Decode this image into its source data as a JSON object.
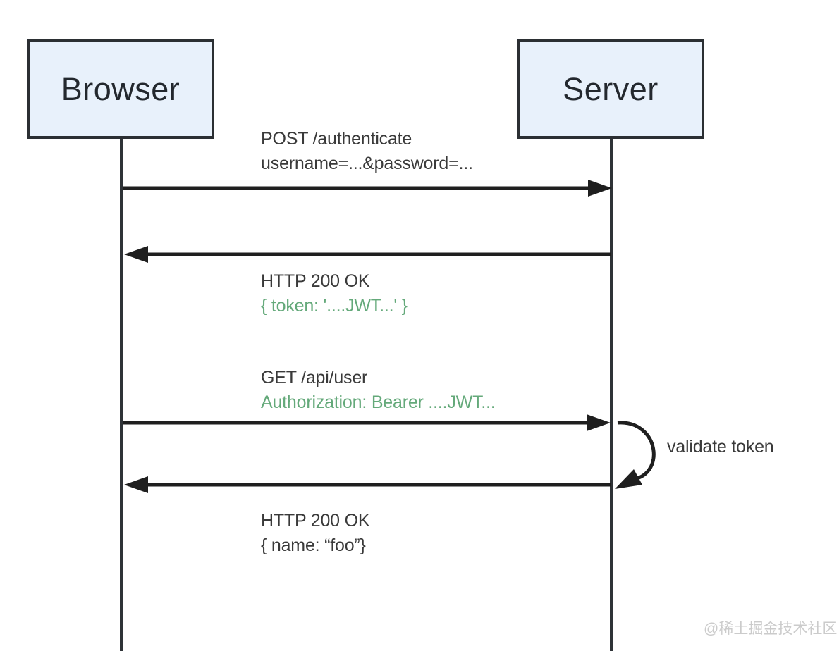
{
  "diagram": {
    "type": "sequence-diagram",
    "actors": [
      {
        "name": "Browser"
      },
      {
        "name": "Server"
      }
    ],
    "messages": [
      {
        "from": "Browser",
        "to": "Server",
        "line1": "POST /authenticate",
        "line2": "username=...&password=..."
      },
      {
        "from": "Server",
        "to": "Browser",
        "line1": "HTTP 200 OK",
        "line2": "{ token: '....JWT...' }"
      },
      {
        "from": "Browser",
        "to": "Server",
        "line1": "GET /api/user",
        "line2": "Authorization: Bearer ....JWT..."
      },
      {
        "from": "Server",
        "to": "Browser",
        "line1": "HTTP 200 OK",
        "line2": "{ name: “foo”}"
      }
    ],
    "self_action": {
      "actor": "Server",
      "label": "validate token"
    },
    "colors": {
      "actor_fill": "#e8f1fb",
      "actor_border": "#2b2f33",
      "line": "#1f1f1f",
      "text_dark": "#3a3a3a",
      "text_green": "#64a97a",
      "watermark": "#cbcbcb"
    }
  },
  "watermark": {
    "label": "@稀土掘金技术社区"
  }
}
